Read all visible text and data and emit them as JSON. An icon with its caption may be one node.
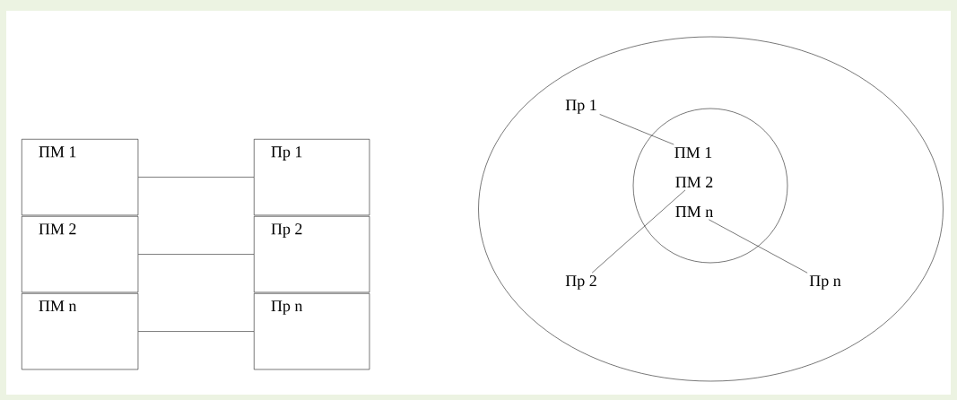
{
  "diagram": {
    "nodes": [
      {
        "text": [
          "ПМ 1"
        ]
      },
      {
        "text": [
          "ПМ 2"
        ]
      },
      {
        "text": [
          "ПМ n"
        ]
      },
      {
        "text": [
          "Пр 1"
        ]
      },
      {
        "text": [
          "Пр 2"
        ]
      },
      {
        "text": [
          "Пр n"
        ]
      },
      {
        "text": [],
        "shape": "ellipse"
      },
      {
        "text": [
          "Пр 1"
        ],
        "in": 6
      },
      {
        "text": [],
        "shape": "circle",
        "in": 6
      },
      {
        "text": [
          "ПМ 1"
        ],
        "in": 8
      },
      {
        "text": [
          "ПМ 2"
        ],
        "in": 8
      },
      {
        "text": [
          "ПМ n"
        ],
        "in": 8
      },
      {
        "text": [
          "Пр 2"
        ],
        "in": 6
      },
      {
        "text": [
          "Пр n"
        ],
        "in": 6
      }
    ],
    "edges": [
      {
        "from": 0,
        "to": 3,
        "arrow": "none"
      },
      {
        "from": 1,
        "to": 4,
        "arrow": "none"
      },
      {
        "from": 2,
        "to": 5,
        "arrow": "none"
      },
      {
        "from": 7,
        "to": 9,
        "arrow": "none"
      },
      {
        "from": 12,
        "to": 10,
        "arrow": "none"
      },
      {
        "from": 13,
        "to": 11,
        "arrow": "none"
      }
    ]
  }
}
